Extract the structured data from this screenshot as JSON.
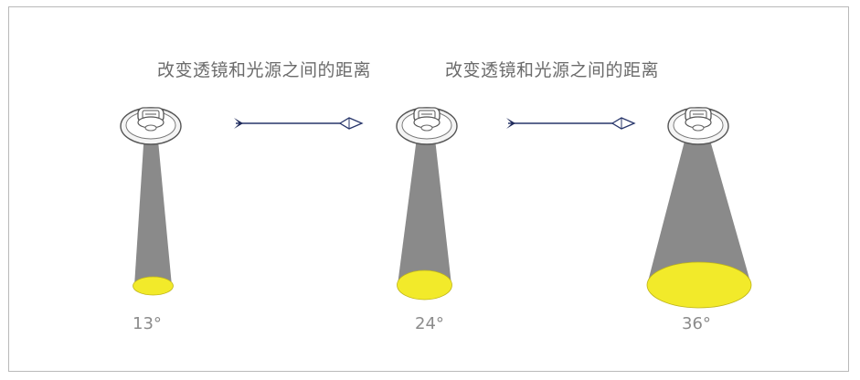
{
  "captions": [
    "改变透镜和光源之间的距离",
    "改变透镜和光源之间的距离"
  ],
  "angles": [
    "13°",
    "24°",
    "36°"
  ],
  "colors": {
    "beam": "#8a8a8a",
    "spot": "#f2ea2a",
    "arrow": "#1f2a5a",
    "frame": "#b9b9b9",
    "text": "#6b6b6b"
  },
  "icons": [
    "spotlight-icon",
    "arrow-right-icon"
  ]
}
